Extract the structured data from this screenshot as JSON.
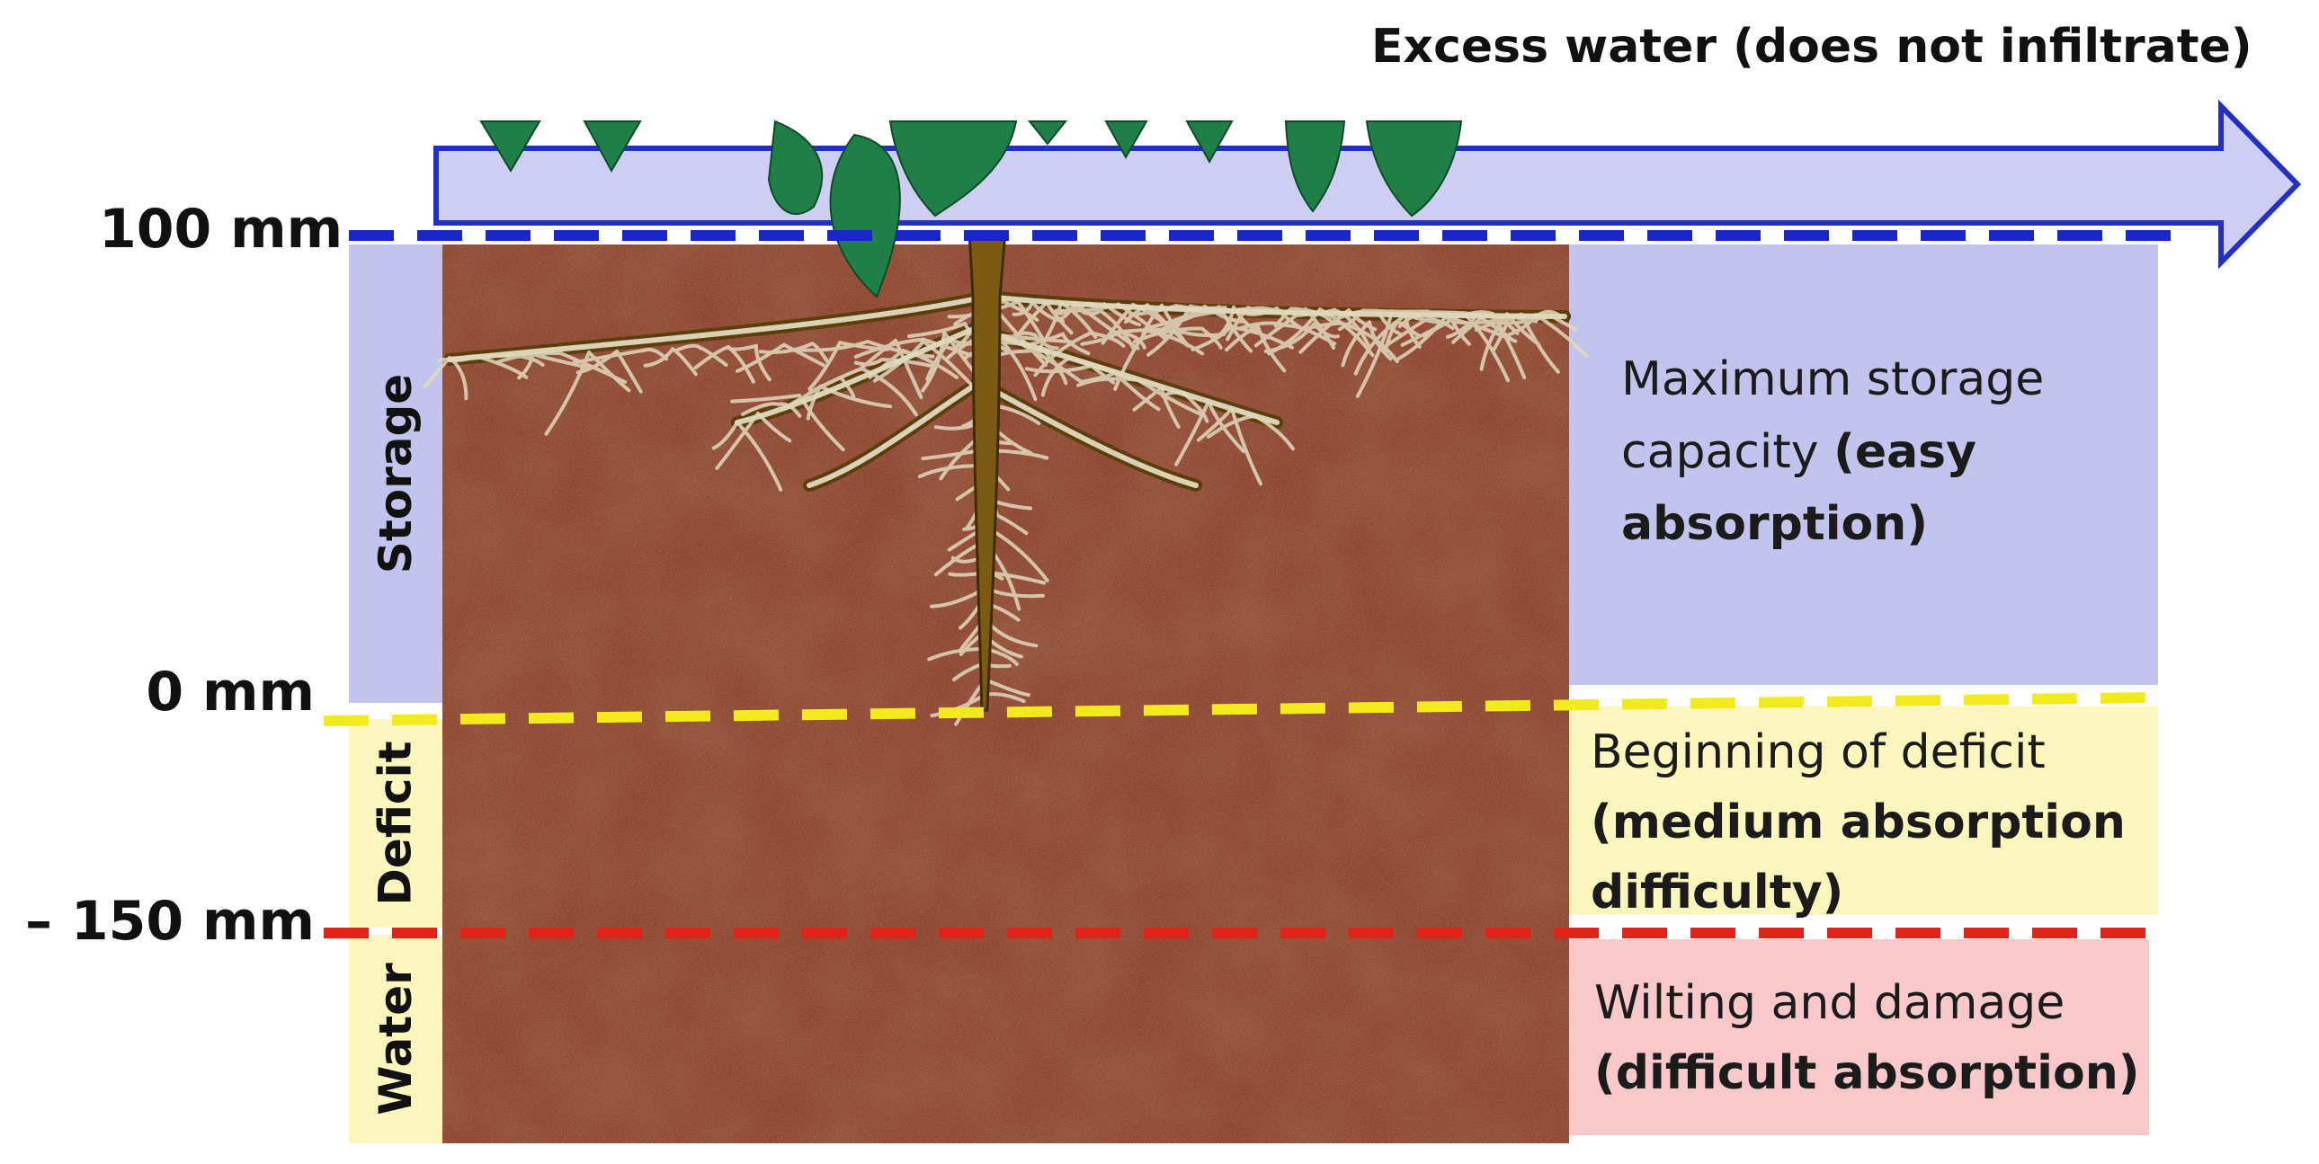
{
  "excess_title": "Excess water (does not infiltrate)",
  "depth_labels": {
    "top": "100 mm",
    "zero": "0 mm",
    "bottom": "– 150 mm"
  },
  "bands": {
    "storage": "Storage",
    "deficit": "Deficit",
    "water": "Water"
  },
  "boxes": {
    "storage": {
      "line1": "Maximum storage",
      "line2": "capacity ",
      "line2_bold": "(easy",
      "line3_bold": "absorption)"
    },
    "deficit": {
      "line1": "Beginning of deficit",
      "line2_bold": "(medium absorption",
      "line3_bold": "difficulty)"
    },
    "wilting": {
      "line1": "Wilting and damage",
      "line2_bold": "(difficult absorption)"
    }
  },
  "colors": {
    "storage_band": "#c3c4ee",
    "deficit_band": "#fbf6bd",
    "wilting_band": "#f9c9c9",
    "soil": "#7a2c18",
    "line_100": "#1a24c8",
    "line_0": "#f1ea1c",
    "line_minus150": "#e2231a",
    "arrow_fill": "#c9c9f2",
    "arrow_stroke": "#2230c4",
    "leaf": "#1f7f46",
    "root": "#e2d9bf",
    "stem": "#7b5a12"
  },
  "icons": [
    "leaf-icon",
    "root-system-icon",
    "arrow-right-icon"
  ]
}
